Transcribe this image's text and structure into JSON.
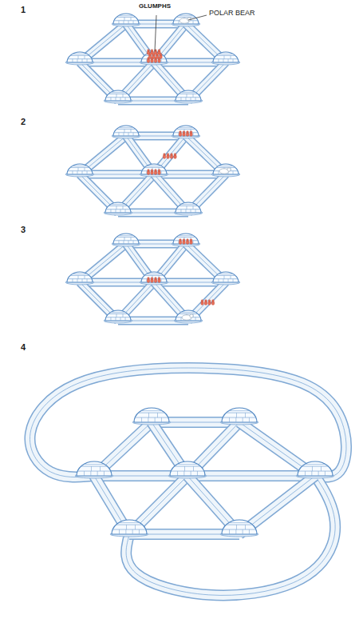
{
  "diagram": {
    "labels": [
      "1",
      "GLUMPHS",
      "POLAR BEAR",
      "2",
      "3",
      "4"
    ]
  }
}
